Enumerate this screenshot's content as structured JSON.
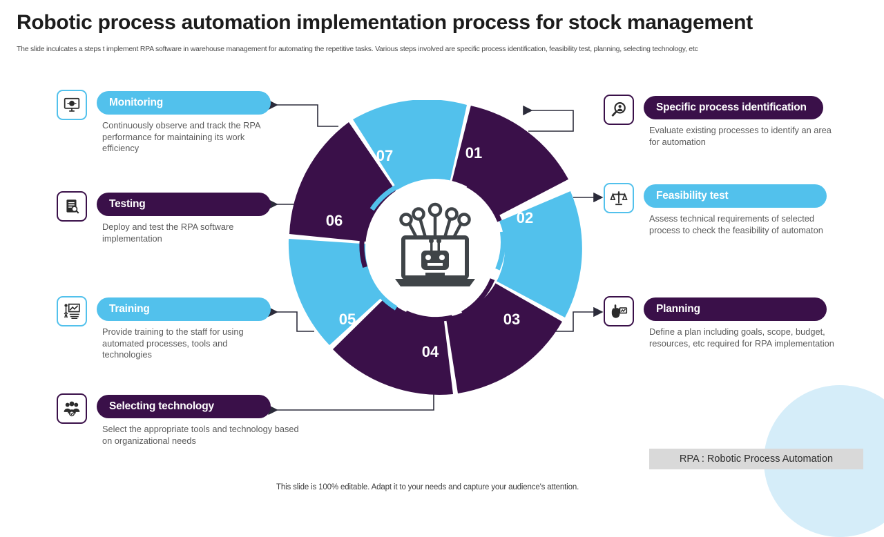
{
  "header": {
    "title": "Robotic process automation implementation process for stock management",
    "subtitle": "The slide inculcates a steps t implement RPA software in warehouse management for automating the repetitive tasks. Various steps involved are specific process identification, feasibility test, planning, selecting technology, etc"
  },
  "colors": {
    "purple": "#3A1049",
    "blue": "#52C1EC",
    "decoration": "#D5EDF9",
    "legend_bg": "#D9D9D9",
    "body_text": "#5A5A5A"
  },
  "wheel": {
    "center_icon": "robot-laptop-icon",
    "segments": [
      {
        "number": "01",
        "color": "purple",
        "side": "right"
      },
      {
        "number": "02",
        "color": "blue",
        "side": "right"
      },
      {
        "number": "03",
        "color": "purple",
        "side": "right"
      },
      {
        "number": "04",
        "color": "purple",
        "side": "bottom"
      },
      {
        "number": "05",
        "color": "blue",
        "side": "left"
      },
      {
        "number": "06",
        "color": "purple",
        "side": "left"
      },
      {
        "number": "07",
        "color": "blue",
        "side": "left"
      }
    ]
  },
  "cards": {
    "left": [
      {
        "title": "Monitoring",
        "description": "Continuously observe and track the RPA performance for maintaining its work efficiency",
        "icon": "monitor-globe-icon",
        "variant": "blue"
      },
      {
        "title": "Testing",
        "description": "Deploy and test the RPA software implementation",
        "icon": "clipboard-search-icon",
        "variant": "purple"
      },
      {
        "title": "Training",
        "description": "Provide training to the staff for using automated processes, tools and technologies",
        "icon": "presenter-board-icon",
        "variant": "blue"
      },
      {
        "title": "Selecting technology",
        "description": "Select the appropriate tools and technology based on organizational needs",
        "icon": "people-group-icon",
        "variant": "purple"
      }
    ],
    "right": [
      {
        "title": "Specific process identification",
        "description": "Evaluate existing processes to identify an area for automation",
        "icon": "magnifier-person-icon",
        "variant": "purple"
      },
      {
        "title": "Feasibility test",
        "description": "Assess technical requirements of selected process to check the feasibility of automaton",
        "icon": "balance-scale-icon",
        "variant": "blue"
      },
      {
        "title": "Planning",
        "description": "Define a plan including goals, scope, budget, resources, etc required for RPA implementation",
        "icon": "hand-plan-board-icon",
        "variant": "purple"
      }
    ]
  },
  "legend": {
    "text": "RPA : Robotic Process Automation"
  },
  "footer": {
    "note": "This slide is 100% editable. Adapt it to your needs and capture your audience's attention."
  }
}
